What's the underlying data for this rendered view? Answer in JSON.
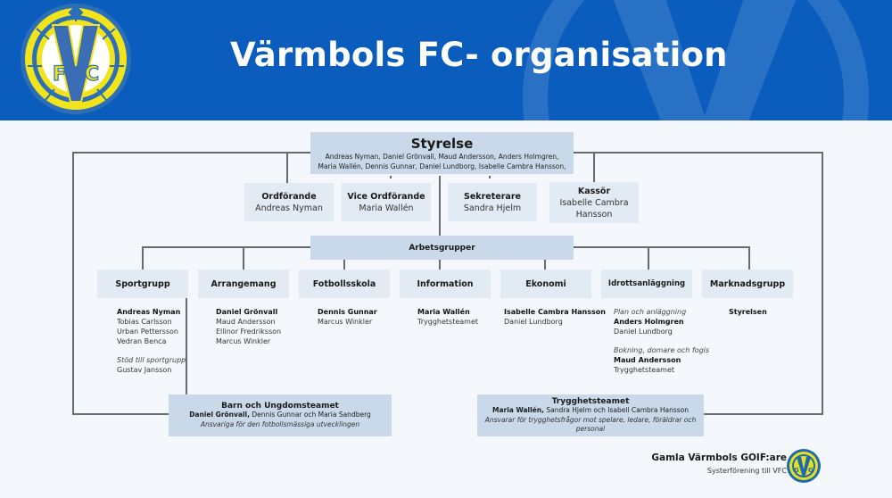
{
  "header": {
    "title": "Värmbols FC- organisation",
    "logo_icon": "vfc-club-crest-icon",
    "colors": {
      "background": "#0a5dbd",
      "crest_yellow": "#f2e41c",
      "crest_blue": "#2d6fb6"
    }
  },
  "styrelse": {
    "title": "Styrelse",
    "members_line1": "Andreas Nyman, Daniel Grönvall, Maud Andersson, Anders Holmgren,",
    "members_line2": "Maria Wallén, Dennis Gunnar, Daniel Lundborg, Isabelle Cambra Hansson,"
  },
  "roles": [
    {
      "title": "Ordförande",
      "name": "Andreas Nyman"
    },
    {
      "title": "Vice Ordförande",
      "name": "Maria Wallén"
    },
    {
      "title": "Sekreterare",
      "name": "Sandra Hjelm"
    },
    {
      "title": "Kassör",
      "name": "Isabelle Cambra Hansson"
    }
  ],
  "arbetsgrupper": {
    "title": "Arbetsgrupper"
  },
  "groups": [
    {
      "title": "Sportgrupp",
      "lead": "Andreas Nyman",
      "members": [
        "Tobias Carlsson",
        "Urban Pettersson",
        "Vedran Benca"
      ],
      "sub_label": "Stöd till sportgrupp",
      "sub_members": [
        "Gustav Jansson"
      ]
    },
    {
      "title": "Arrangemang",
      "lead": "Daniel Grönvall",
      "members": [
        "Maud Andersson",
        "Ellinor Fredriksson",
        "Marcus Winkler"
      ]
    },
    {
      "title": "Fotbollsskola",
      "lead": "Dennis Gunnar",
      "members": [
        "Marcus Winkler"
      ]
    },
    {
      "title": "Information",
      "lead": "Maria Wallén",
      "members": [
        "Trygghetsteamet"
      ]
    },
    {
      "title": "Ekonomi",
      "lead": "Isabelle Cambra Hansson",
      "members": [
        "Daniel Lundborg"
      ]
    },
    {
      "title": "Idrottsanläggning",
      "section1_label": "Plan och anläggning",
      "section1_lead": "Anders Holmgren",
      "section1_members": [
        "Daniel Lundborg"
      ],
      "section2_label": "Bokning, domare och fogis",
      "section2_lead": "Maud Andersson",
      "section2_members": [
        "Trygghetsteamet"
      ]
    },
    {
      "title": "Marknadsgrupp",
      "lead": "Styrelsen"
    }
  ],
  "teams": [
    {
      "title": "Barn och Ungdomsteamet",
      "lead": "Daniel Grönvall,",
      "members": "Dennis Gunnar och Maria Sandberg",
      "description": "Ansvariga för den fotbollsmässiga utvecklingen"
    },
    {
      "title": "Trygghetsteamet",
      "lead": "Maria Wallén,",
      "members": "Sandra Hjelm och Isabell Cambra Hansson",
      "description": "Ansvarar för trygghetsfrågor mot spelare, ledare, föräldrar och personal"
    }
  ],
  "footer": {
    "name": "Gamla Värmbols GOIF:are",
    "subtitle": "Systerförening till VFC",
    "logo_icon": "gvgoif-crest-icon"
  }
}
